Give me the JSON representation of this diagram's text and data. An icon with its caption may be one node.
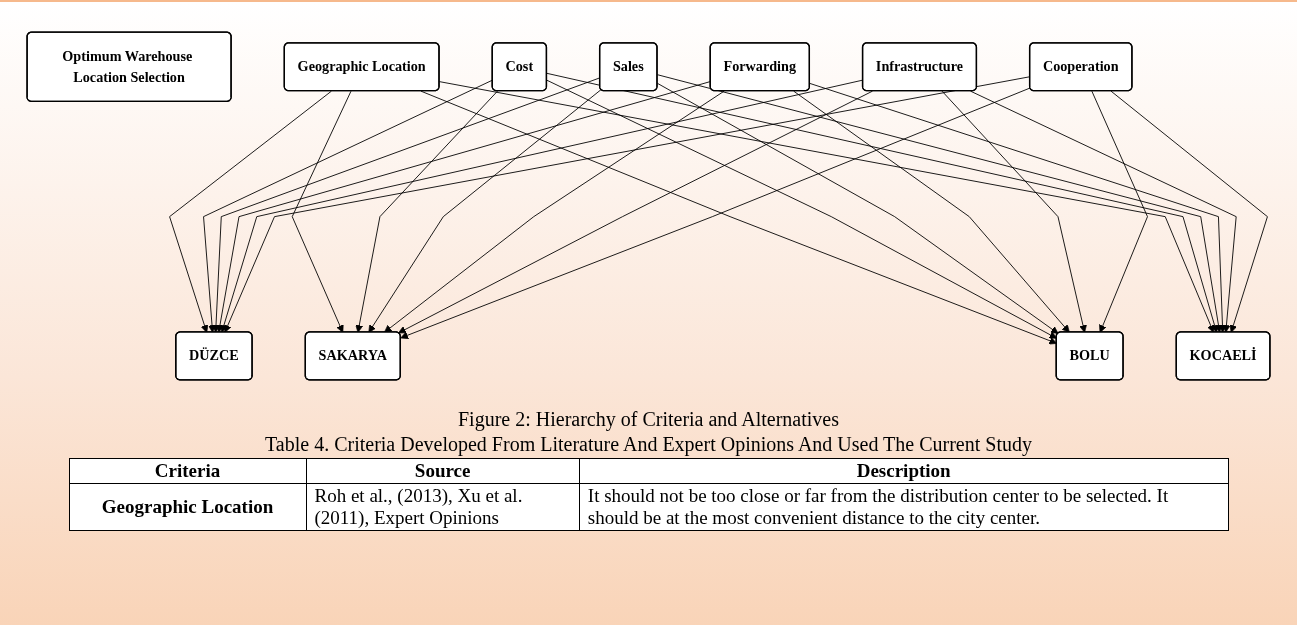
{
  "diagram": {
    "caption": "Figure 2: Hierarchy of Criteria and Alternatives",
    "nodes": [
      {
        "text": [
          "Optimum Warehouse Location Selection"
        ]
      },
      {
        "text": [
          "Geographic Location"
        ]
      },
      {
        "text": [
          "Cost"
        ]
      },
      {
        "text": [
          "Sales"
        ]
      },
      {
        "text": [
          "Forwarding"
        ]
      },
      {
        "text": [
          "Infrastructure"
        ]
      },
      {
        "text": [
          "Cooperation"
        ]
      },
      {
        "text": [
          "DÜZCE"
        ]
      },
      {
        "text": [
          "SAKARYA"
        ]
      },
      {
        "text": [
          "BOLU"
        ]
      },
      {
        "text": [
          "KOCAELİ"
        ]
      }
    ],
    "edges": [
      {
        "from": 1,
        "to": 7,
        "arrow": "to"
      },
      {
        "from": 1,
        "to": 8,
        "arrow": "to"
      },
      {
        "from": 1,
        "to": 9,
        "arrow": "to"
      },
      {
        "from": 1,
        "to": 10,
        "arrow": "to"
      },
      {
        "from": 2,
        "to": 7,
        "arrow": "to"
      },
      {
        "from": 2,
        "to": 8,
        "arrow": "to"
      },
      {
        "from": 2,
        "to": 9,
        "arrow": "to"
      },
      {
        "from": 2,
        "to": 10,
        "arrow": "to"
      },
      {
        "from": 3,
        "to": 7,
        "arrow": "to"
      },
      {
        "from": 3,
        "to": 8,
        "arrow": "to"
      },
      {
        "from": 3,
        "to": 9,
        "arrow": "to"
      },
      {
        "from": 3,
        "to": 10,
        "arrow": "to"
      },
      {
        "from": 4,
        "to": 7,
        "arrow": "to"
      },
      {
        "from": 4,
        "to": 8,
        "arrow": "to"
      },
      {
        "from": 4,
        "to": 9,
        "arrow": "to"
      },
      {
        "from": 4,
        "to": 10,
        "arrow": "to"
      },
      {
        "from": 5,
        "to": 7,
        "arrow": "to"
      },
      {
        "from": 5,
        "to": 8,
        "arrow": "to"
      },
      {
        "from": 5,
        "to": 9,
        "arrow": "to"
      },
      {
        "from": 5,
        "to": 10,
        "arrow": "to"
      },
      {
        "from": 6,
        "to": 7,
        "arrow": "to"
      },
      {
        "from": 6,
        "to": 8,
        "arrow": "to"
      },
      {
        "from": 6,
        "to": 9,
        "arrow": "to"
      },
      {
        "from": 6,
        "to": 10,
        "arrow": "to"
      }
    ],
    "labels": [
      "Table 4. Criteria Developed From Literature And Expert Opinions And Used The Current Study",
      "Criteria",
      "Source",
      "Description",
      "Geographic Location",
      "Roh et al., (2013), Xu et al. (2011), Expert Opinions",
      "It should not be too close or far from the distribution center to be selected. It should be at the most convenient distance to the city center."
    ]
  }
}
